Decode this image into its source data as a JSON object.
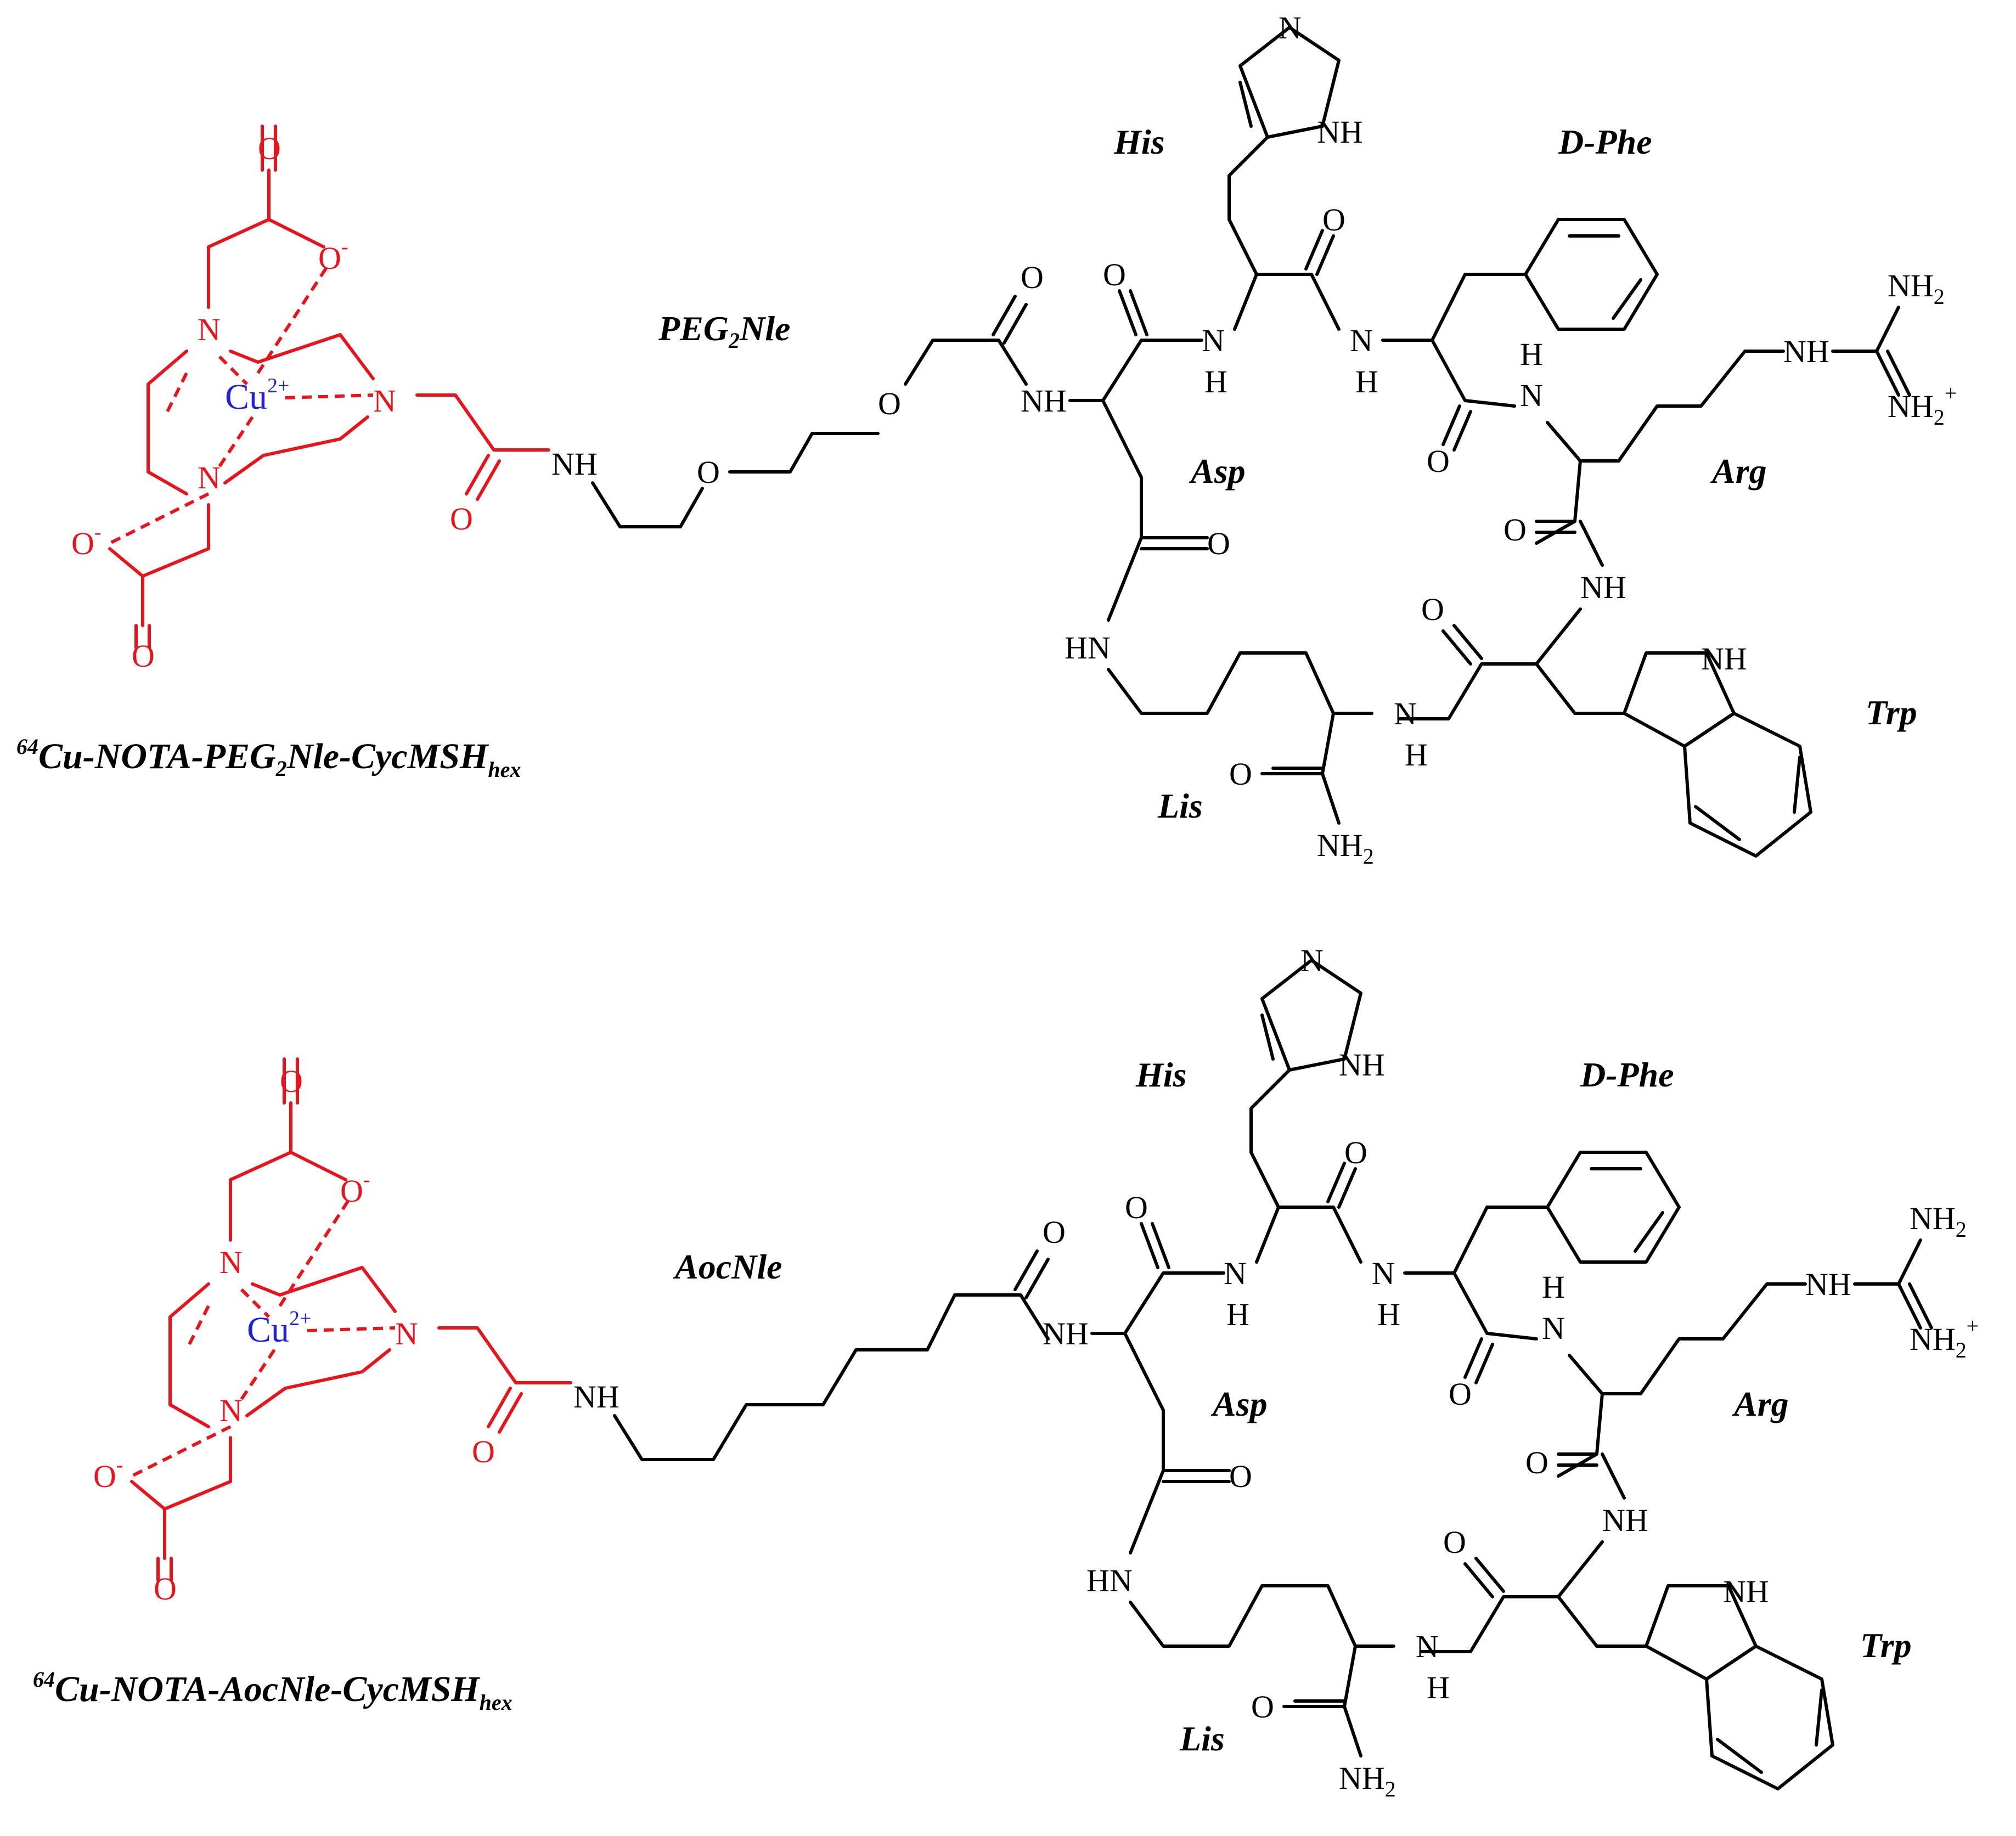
{
  "residues": {
    "his": "His",
    "dphe": "D-Phe",
    "arg": "Arg",
    "asp": "Asp",
    "trp": "Trp",
    "lis": "Lis"
  },
  "linkers": {
    "top": {
      "main": "PEG",
      "sub": "2",
      "tail": "Nle"
    },
    "bottom": "AocNle"
  },
  "captions": {
    "top": {
      "pre": "64",
      "a": "Cu-NOTA-PEG",
      "sub1": "2",
      "b": "Nle-CycMSH",
      "sub2": "hex"
    },
    "bottom": {
      "pre": "64",
      "a": "Cu-NOTA-AocNle-CycMSH",
      "sub2": "hex"
    }
  },
  "atoms": {
    "N": "N",
    "O": "O",
    "NH": "NH",
    "HN": "HN",
    "H": "H",
    "O_minus": "O",
    "minus": "-",
    "Cu": "Cu",
    "Cu_charge": "2+",
    "NH2": "NH",
    "two": "2",
    "plus": "+"
  },
  "colors": {
    "chelator": "#e8141c",
    "copper": "#2020e0",
    "bonds": "#000000"
  }
}
